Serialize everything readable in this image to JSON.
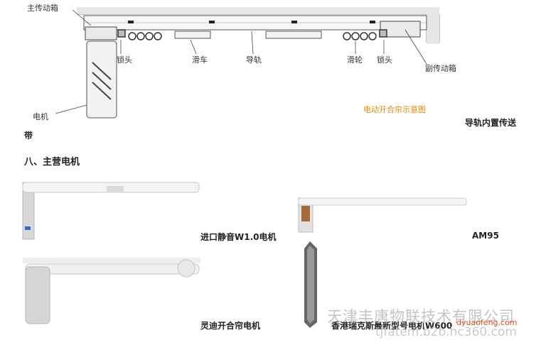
{
  "diagram": {
    "labels": {
      "main_gearbox": "主传动箱",
      "lock_left": "锁头",
      "carriage": "滑车",
      "rail": "导轨",
      "pulley": "滑轮",
      "lock_right": "锁头",
      "aux_gearbox": "副传动箱",
      "motor": "电机"
    },
    "caption": "电动开合帘示意图"
  },
  "text": {
    "transmission_line1": "导轨内置传送",
    "transmission_line2": "带",
    "section_heading": "八、主营电机"
  },
  "products": [
    {
      "caption": "进口静音W1.0电机"
    },
    {
      "caption": "AM95"
    },
    {
      "caption": "灵迪开合帘电机"
    },
    {
      "caption": "香港瑞克斯最新型号电机W600"
    }
  ],
  "watermark": {
    "company": "天津丰唐物联技术有限公司",
    "site": "tjfatem.b2b.hc360.com",
    "red_text": "dyuaofeng.com"
  },
  "colors": {
    "caption_orange": "#e38b00",
    "watermark_red": "#e14a1a"
  }
}
